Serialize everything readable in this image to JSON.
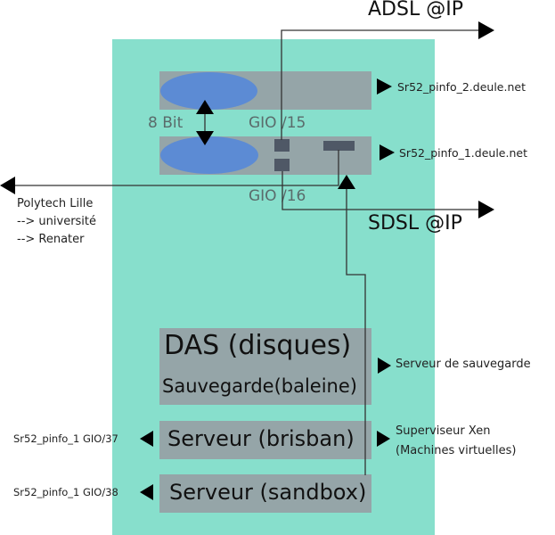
{
  "diagram": {
    "colors": {
      "rack": "#87dfcc",
      "box": "#95a5a8",
      "ellipse": "#5c8bd4",
      "port": "#4f5866",
      "wire": "#333333"
    },
    "switches": [
      {
        "id": "sw2",
        "label": "Sr52_pinfo_2.deule.net"
      },
      {
        "id": "sw1",
        "label": "Sr52_pinfo_1.deule.net"
      }
    ],
    "stack_link_label": "8 Bit",
    "ports": {
      "gio15": "GIO /15",
      "gio16": "GIO /16"
    },
    "uplinks": {
      "adsl": "ADSL @IP",
      "sdsl": "SDSL @IP",
      "polytech": [
        "Polytech Lille",
        "--> université",
        "--> Renater"
      ]
    },
    "devices": {
      "das": {
        "title": "DAS (disques)",
        "subtitle": "Sauvegarde(baleine)",
        "side_label": "Serveur de sauvegarde"
      },
      "brisban": {
        "title": "Serveur (brisban)",
        "side_label": [
          "Superviseur Xen",
          "(Machines virtuelles)"
        ],
        "port_label": "Sr52_pinfo_1 GIO/37"
      },
      "sandbox": {
        "title": "Serveur (sandbox)",
        "port_label": "Sr52_pinfo_1 GIO/38"
      }
    }
  }
}
